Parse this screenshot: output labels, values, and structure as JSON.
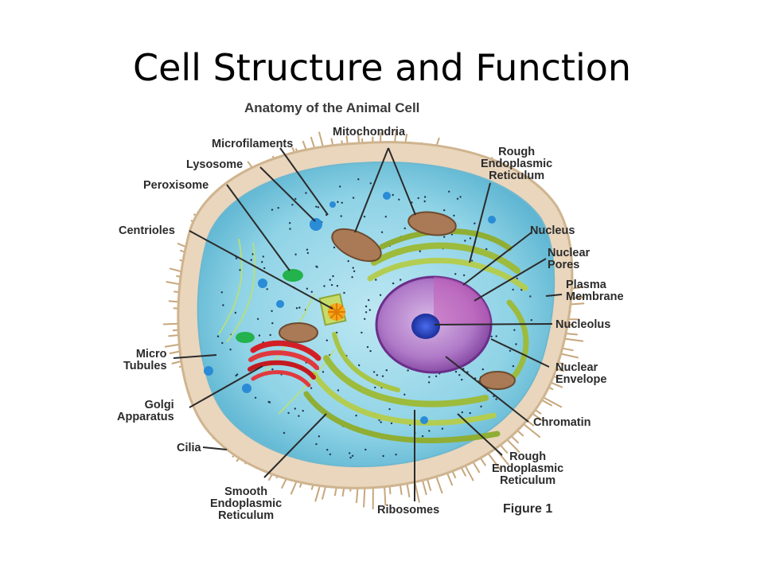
{
  "slide": {
    "title": "Cell Structure and Function"
  },
  "figure": {
    "title": "Anatomy of the Animal Cell",
    "caption": "Figure 1",
    "labels": {
      "mitochondria": [
        "Mitochondria"
      ],
      "microfilaments": [
        "Microfilaments"
      ],
      "lysosome": [
        "Lysosome"
      ],
      "peroxisome": [
        "Peroxisome"
      ],
      "centrioles": [
        "Centrioles"
      ],
      "micro_tubules": [
        "Micro",
        "Tubules"
      ],
      "golgi_apparatus": [
        "Golgi",
        "Apparatus"
      ],
      "cilia": [
        "Cilia"
      ],
      "smooth_er": [
        "Smooth",
        "Endoplasmic",
        "Reticulum"
      ],
      "ribosomes": [
        "Ribosomes"
      ],
      "rough_er_top": [
        "Rough",
        "Endoplasmic",
        "Reticulum"
      ],
      "nucleus": [
        "Nucleus"
      ],
      "nuclear_pores": [
        "Nuclear",
        "Pores"
      ],
      "plasma_membrane": [
        "Plasma",
        "Membrane"
      ],
      "nucleolus": [
        "Nucleolus"
      ],
      "nuclear_envelope": [
        "Nuclear",
        "Envelope"
      ],
      "chromatin": [
        "Chromatin"
      ],
      "rough_er_bottom": [
        "Rough",
        "Endoplasmic",
        "Reticulum"
      ]
    }
  },
  "colors": {
    "cytoplasm": "#8fd3e6",
    "membrane": "#e7d3b8",
    "cilia": "#c7a77c",
    "nucleus": "#b07ac8",
    "nucleolus": "#2f4fd0",
    "rough_er": "#9dbb3c",
    "golgi": "#d21f25",
    "mitochondria": "#a97a55",
    "peroxisome": "#23b24b",
    "centriole": "#f3a81b",
    "vesicle": "#2a8bd6"
  }
}
